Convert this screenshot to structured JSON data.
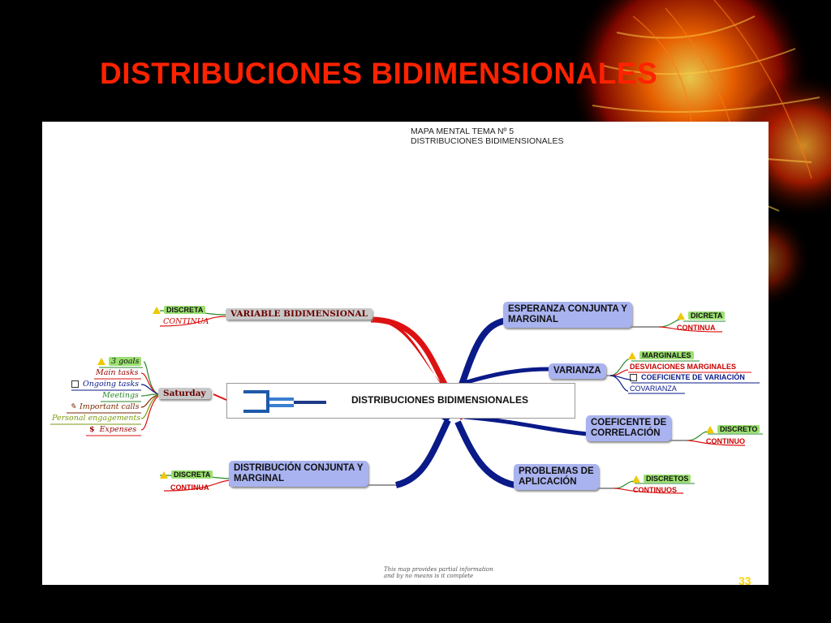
{
  "slide": {
    "title": "DISTRIBUCIONES BIDIMENSIONALES",
    "page_number": "33"
  },
  "map": {
    "heading_line1": "MAPA MENTAL TEMA Nº 5",
    "heading_line2": "DISTRIBUCIONES BIDIMENSIONALES",
    "central_topic": "DISTRIBUCIONES BIDIMENSIONALES",
    "footnote_line1": "This map provides partial information",
    "footnote_line2": "and by no means is it complete",
    "branches": {
      "variable": {
        "label": "VARIABLE BIDIMENSIONAL",
        "leaves": [
          "DISCRETA",
          "CONTINUA"
        ]
      },
      "saturday": {
        "label": "Saturday",
        "leaves": [
          "3 goals",
          "Main tasks",
          "Ongoing tasks",
          "Meetings",
          "Important calls",
          "Personal engagements",
          "Expenses"
        ],
        "expenses_badge": "$"
      },
      "distribucion": {
        "label_line1": "DISTRIBUCIÓN CONJUNTA Y",
        "label_line2": "MARGINAL",
        "leaves": [
          "DISCRETA",
          "CONTINUA"
        ]
      },
      "esperanza": {
        "label_line1": "ESPERANZA CONJUNTA Y",
        "label_line2": "MARGINAL",
        "leaves": [
          "DICRETA",
          "CONTINUA"
        ]
      },
      "varianza": {
        "label": "VARIANZA",
        "leaves": [
          "MARGINALES",
          "DESVIACIONES MARGINALES",
          "COEFICIENTE DE VARIACIÓN",
          "COVARIANZA"
        ]
      },
      "coeficiente": {
        "label_line1": "COEFICENTE DE",
        "label_line2": "CORRELACIÓN",
        "leaves": [
          "DISCRETO",
          "CONTINUO"
        ]
      },
      "problemas": {
        "label_line1": "PROBLEMAS DE",
        "label_line2": "APLICACIÓN",
        "leaves": [
          "DISCRETOS",
          "CONTINUOS"
        ]
      }
    },
    "colors": {
      "title_red": "#ff2200",
      "node_fill": "#a9b3f0",
      "branch_red": "#dd1111",
      "branch_blue": "#0a1a88",
      "leaf_green": "#9be070"
    }
  }
}
